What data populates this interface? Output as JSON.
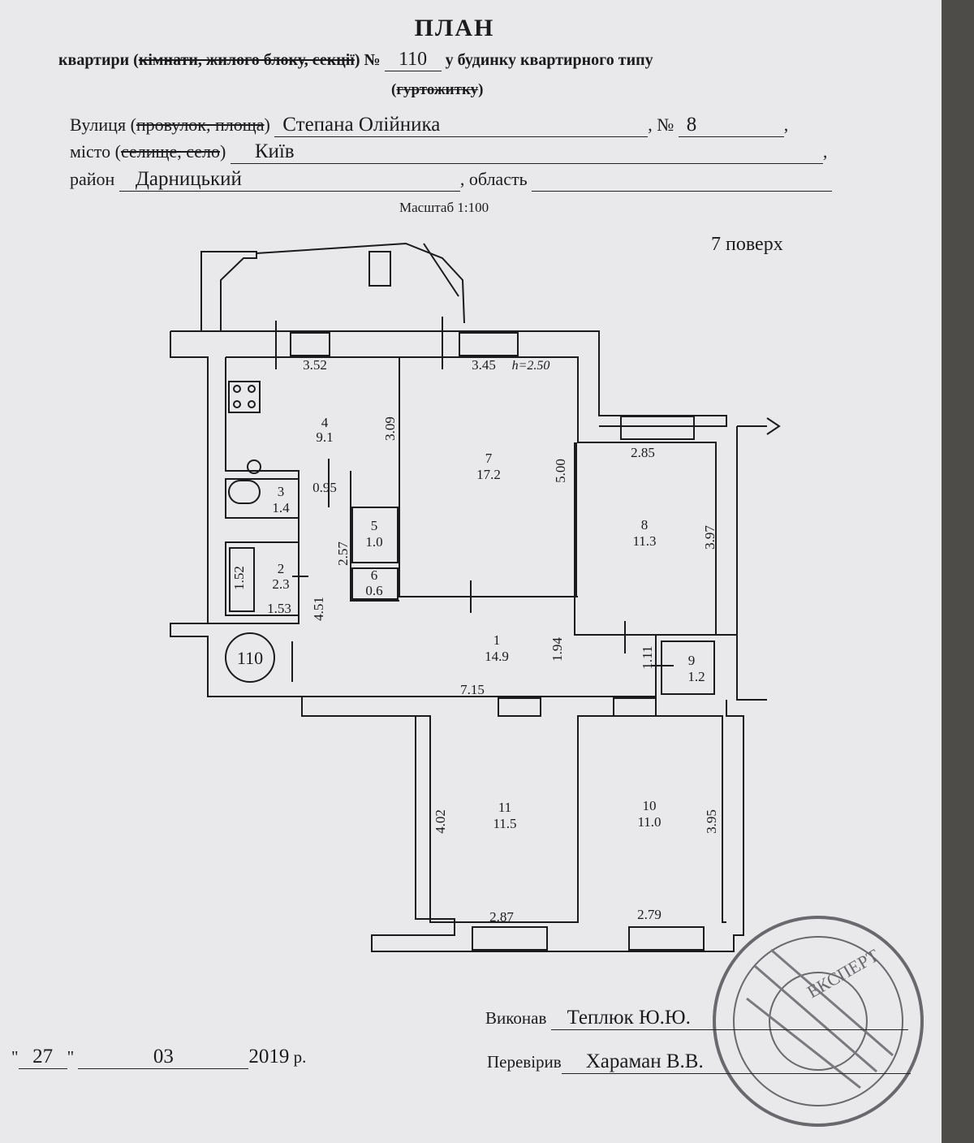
{
  "header": {
    "title": "ПЛАН",
    "line1_start": "квартири (",
    "line1_struck": "кімнати, жилого блоку, секції",
    "line1_mid": ") №",
    "line1_end": "у будинку квартирного типу",
    "line2_struck": "гуртожитку"
  },
  "apartment": {
    "number": "110"
  },
  "address": {
    "street_label": "Вулиця",
    "street_struck": "провулок, площа",
    "street": "Степана Олійника",
    "no_label": ", №",
    "house": "8",
    "city_label": "місто",
    "city_struck": "селище, село",
    "city": "Київ",
    "district_label": "район",
    "district": "Дарницький",
    "region_label": ", область"
  },
  "plan": {
    "scale": "Масштаб 1:100",
    "floor": "7 поверх",
    "ceiling": "h=2.50",
    "rooms": [
      {
        "num": "4",
        "area": "9.1"
      },
      {
        "num": "3",
        "area": "1.4"
      },
      {
        "num": "5",
        "area": "1.0"
      },
      {
        "num": "6",
        "area": "0.6"
      },
      {
        "num": "2",
        "area": "2.3"
      },
      {
        "num": "7",
        "area": "17.2"
      },
      {
        "num": "8",
        "area": "11.3"
      },
      {
        "num": "1",
        "area": "14.9"
      },
      {
        "num": "9",
        "area": "1.2"
      },
      {
        "num": "11",
        "area": "11.5"
      },
      {
        "num": "10",
        "area": "11.0"
      }
    ],
    "dims": {
      "d352": "3.52",
      "d345": "3.45",
      "d309": "3.09",
      "d500": "5.00",
      "d285": "2.85",
      "d397": "3.97",
      "d095": "0.95",
      "d257": "2.57",
      "d152": "1.52",
      "d153": "1.53",
      "d451": "4.51",
      "d194": "1.94",
      "d111": "1.11",
      "d715": "7.15",
      "d402": "4.02",
      "d395": "3.95",
      "d287": "2.87",
      "d279": "2.79"
    }
  },
  "footer": {
    "executor_label": "Виконав",
    "executor": "Теплюк Ю.Ю.",
    "checker_label": "Перевірив",
    "checker": "Хараман В.В.",
    "day": "27",
    "month": "03",
    "year": "2019",
    "year_suffix": "р."
  }
}
